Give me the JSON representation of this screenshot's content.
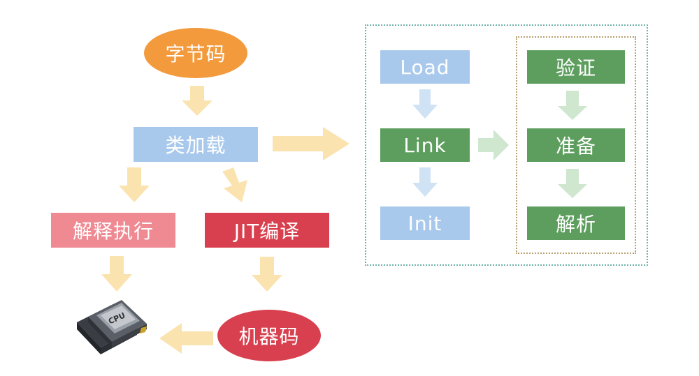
{
  "nodes": {
    "bytecode": "字节码",
    "class_loading": "类加载",
    "interpret": "解释执行",
    "jit": "JIT编译",
    "machine_code": "机器码",
    "load": "Load",
    "link": "Link",
    "init": "Init",
    "verify": "验证",
    "prepare": "准备",
    "resolve": "解析"
  },
  "cpu_label": "CPU",
  "colors": {
    "orange": "#f39a3c",
    "blue": "#a9c9ec",
    "pink": "#ef8a93",
    "red": "#d9404f",
    "green": "#5d9e5e",
    "arrow_yellow": "#fbe3b0",
    "arrow_blue": "#cfe3f5",
    "arrow_green": "#cfe6cf",
    "frame_blue": "#6fb3a8",
    "frame_brown": "#b8a070"
  }
}
